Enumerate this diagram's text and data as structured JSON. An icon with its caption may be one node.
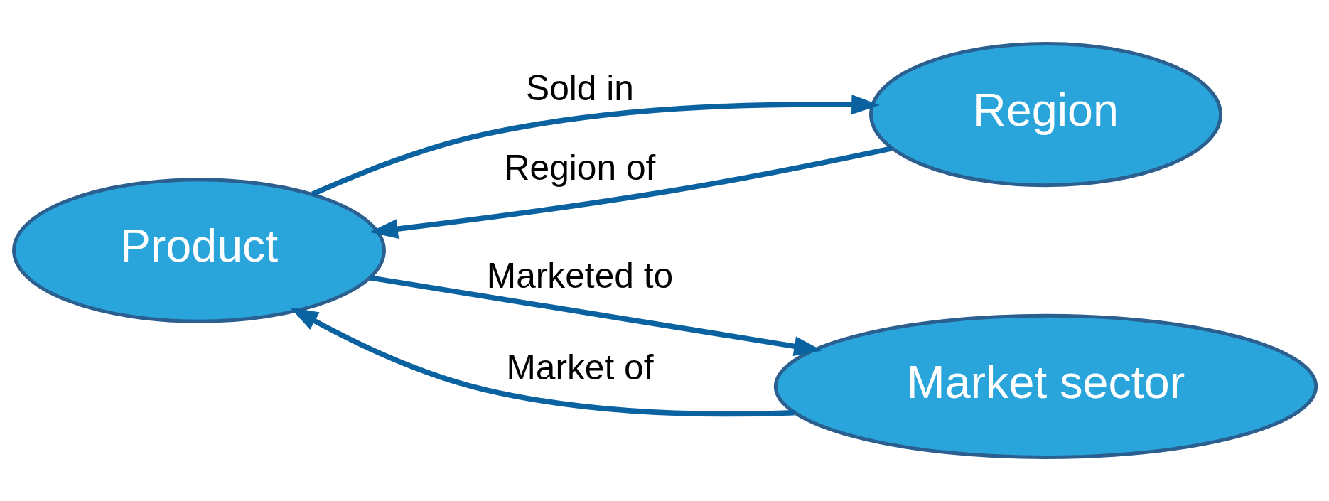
{
  "diagram": {
    "nodes": [
      {
        "text": [
          "Product"
        ]
      },
      {
        "text": [
          "Region"
        ]
      },
      {
        "text": [
          "Market sector"
        ]
      }
    ],
    "edges": [
      {
        "from": 1,
        "to": 0,
        "arrow": "to",
        "label": "Region of"
      },
      {
        "from": 0,
        "to": 1,
        "arrow": "to",
        "label": "Sold in"
      },
      {
        "from": 0,
        "to": 2,
        "arrow": "to",
        "label": "Marketed to"
      },
      {
        "from": 2,
        "to": 0,
        "arrow": "to",
        "label": "Market of"
      }
    ]
  }
}
